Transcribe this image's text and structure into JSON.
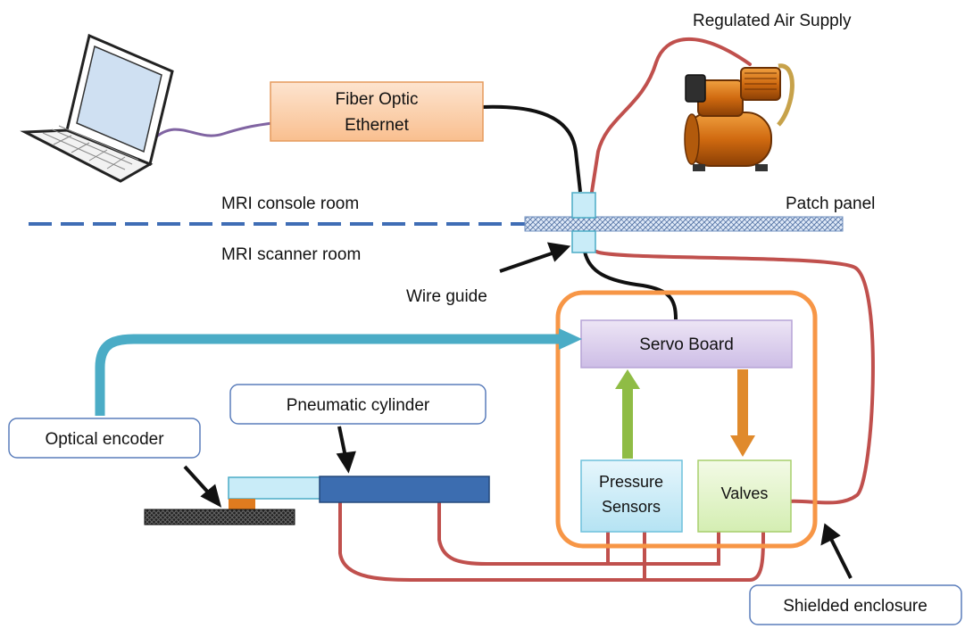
{
  "labels": {
    "regulated_air_supply": "Regulated Air Supply",
    "fiber_optic_line1": "Fiber Optic",
    "fiber_optic_line2": "Ethernet",
    "mri_console_room": "MRI console room",
    "mri_scanner_room": "MRI scanner room",
    "patch_panel": "Patch panel",
    "wire_guide": "Wire guide",
    "servo_board": "Servo Board",
    "pneumatic_cylinder": "Pneumatic cylinder",
    "optical_encoder": "Optical encoder",
    "pressure_sensors_line1": "Pressure",
    "pressure_sensors_line2": "Sensors",
    "valves": "Valves",
    "shielded_enclosure": "Shielded enclosure"
  },
  "colors": {
    "pneumatic_line": "#c0504d",
    "ethernet_cable": "#111111",
    "laptop_cable": "#8064a2",
    "encoder_signal": "#4bacc6",
    "sensor_signal": "#8fbc45",
    "valve_command": "#e08a2c",
    "enclosure": "#f79646",
    "room_divider": "#3f6db5"
  },
  "icons": {
    "laptop": "laptop-icon",
    "air_supply": "air-compressor-icon"
  }
}
